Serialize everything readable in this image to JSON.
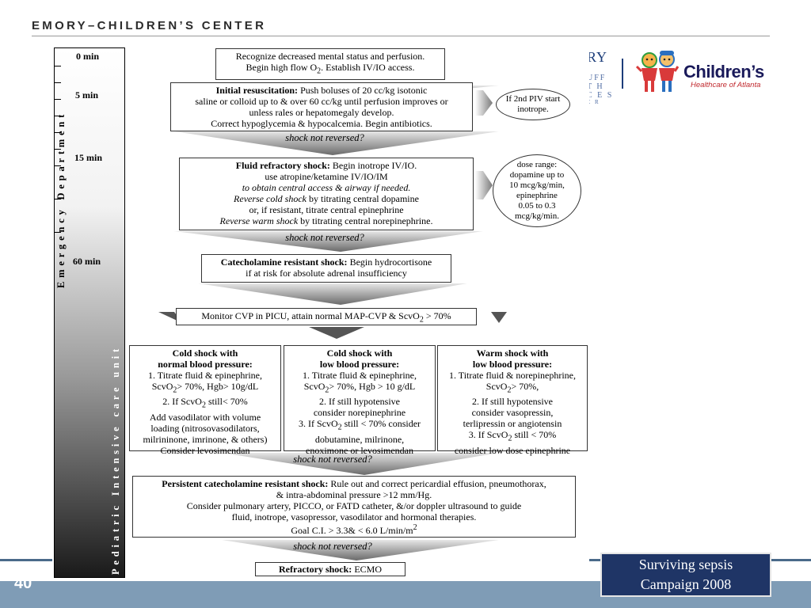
{
  "header": {
    "title": "EMORY–CHILDREN’S CENTER"
  },
  "footer": {
    "page_number": "40",
    "accent_color": "#7f9cb6"
  },
  "badge": {
    "line1": "Surviving sepsis",
    "line2": "Campaign 2008",
    "color": "#1f3566"
  },
  "logos": {
    "emory_text": "RY",
    "emory_sub1": "UFF",
    "emory_sub2": "T H",
    "emory_sub3": "C E S",
    "emory_sub4": "E R",
    "childrens_name": "Children’s",
    "childrens_sub": "Healthcare of Atlanta"
  },
  "timeline": {
    "labels": [
      "0 min",
      "5 min",
      "15 min",
      "60 min"
    ],
    "ed_label": "Emergency Department",
    "picu_label": "Pediatric Intensive care unit"
  },
  "flow": {
    "step1": [
      "Recognize decreased mental status and perfusion.",
      "Begin high flow O",
      "2",
      ".  Establish IV/IO access."
    ],
    "step2_bold": "Initial resuscitation:",
    "step2_text": [
      "Push boluses of 20 cc/kg isotonic",
      "saline or colloid up to & over 60 cc/kg until perfusion improves or",
      "unless rales or hepatomegaly develop.",
      "Correct hypoglycemia & hypocalcemia. Begin antibiotics."
    ],
    "step2_side": [
      "If 2nd PIV start",
      "inotrope."
    ],
    "not_reversed": "shock not reversed?",
    "step3_bold": "Fluid refractory shock:",
    "step3_text": [
      "Begin inotrope IV/IO.",
      "use atropine/ketamine IV/IO/IM",
      "to obtain central access & airway if needed.",
      "Reverse cold shock",
      "by titrating central dopamine",
      "or, if resistant, titrate central epinephrine",
      "Reverse warm shock",
      "by titrating central  norepinephrine."
    ],
    "step3_side": [
      "dose range:",
      "dopamine up to",
      "10 mcg/kg/min,",
      "epinephrine",
      "0.05 to 0.3",
      "mcg/kg/min."
    ],
    "step4_bold": "Catecholamine resistant shock:",
    "step4_text": [
      "Begin hydrocortisone",
      "if at risk for absolute adrenal insufficiency"
    ],
    "step5": [
      "Monitor CVP in PICU, attain normal MAP-CVP & ScvO",
      "2",
      " > 70%"
    ],
    "col1": {
      "title": [
        "Cold shock with",
        "normal blood pressure:"
      ],
      "lines": [
        "1. Titrate fluid & epinephrine,",
        "ScvO",
        "2",
        "> 70%, Hgb> 10g/dL",
        "2. If ScvO",
        "2",
        " still< 70%",
        "Add vasodilator with volume",
        "loading (nitrosovasodilators,",
        "milrininone, imrinone, & others)",
        "Consider levosimendan"
      ]
    },
    "col2": {
      "title": [
        "Cold shock with",
        "low blood pressure:"
      ],
      "lines": [
        "1. Titrate fluid & epinephrine,",
        "ScvO",
        "2",
        "> 70%, Hgb > 10 g/dL",
        "2. If still hypotensive",
        "consider norepinephrine",
        "3.  If ScvO",
        "2",
        " still < 70% consider",
        "dobutamine, milrinone,",
        "enoximone or levosimendan"
      ]
    },
    "col3": {
      "title": [
        "Warm shock with",
        "low blood pressure:"
      ],
      "lines": [
        "1. Titrate fluid & norepinephrine,",
        "ScvO",
        "2",
        "> 70%,",
        "2. If still hypotensive",
        "consider vasopressin,",
        "terlipressin or angiotensin",
        "3. If ScvO",
        "2",
        " still < 70%",
        "consider low dose epinephrine"
      ]
    },
    "step6_bold": "Persistent catecholamine resistant shock:",
    "step6_text": [
      "Rule out and correct pericardial effusion, pneumothorax,",
      "& intra-abdominal pressure >12 mm/Hg.",
      "Consider pulmonary artery, PICCO, or FATD catheter, &/or doppler ultrasound to guide",
      "fluid, inotrope, vasopressor, vasodilator and hormonal therapies.",
      "Goal C.I. > 3.3& < 6.0 L/min/m",
      "2"
    ],
    "step7_bold": "Refractory shock:",
    "step7_text": "ECMO"
  }
}
